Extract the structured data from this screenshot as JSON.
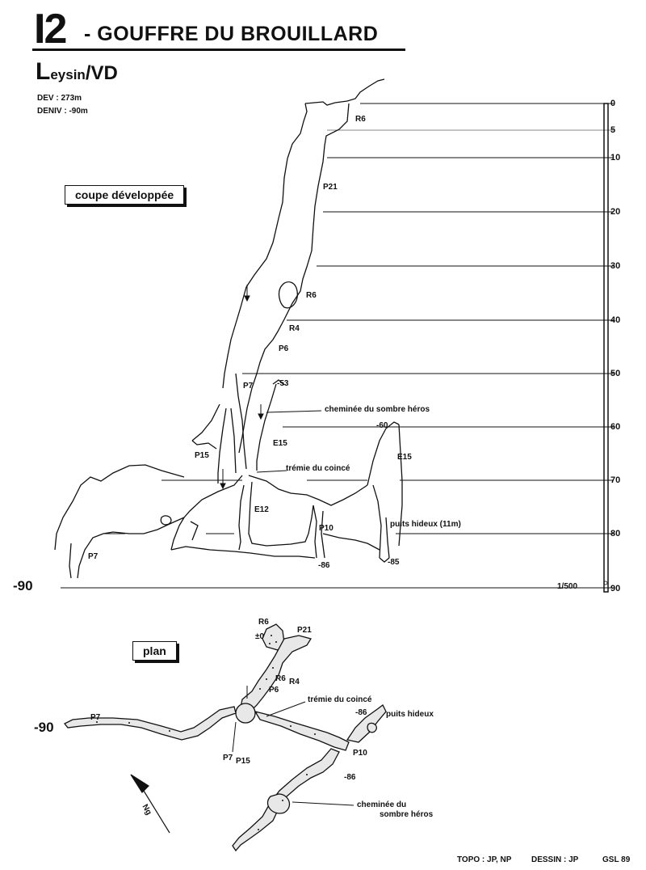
{
  "header": {
    "number": "I2",
    "title": "- GOUFFRE DU BROUILLARD",
    "location_initial": "L",
    "location_rest": "eysin",
    "location_region": "/VD",
    "dev": "DEV : 273m",
    "deniv": "DENIV : -90m"
  },
  "section": {
    "label": "coupe développée",
    "scale_ticks": [
      "0",
      "5",
      "10",
      "20",
      "30",
      "40",
      "50",
      "60",
      "70",
      "80",
      "90"
    ],
    "scale_ratio": "1/500",
    "depth_left": "-90",
    "labels": {
      "r6_top": "R6",
      "p21": "P21",
      "r6_mid": "R6",
      "r4": "R4",
      "p6": "P6",
      "p7_mid": "P7",
      "minus53": "-53",
      "cheminee": "cheminée du sombre héros",
      "minus60": "-60",
      "e15_left": "E15",
      "e15_right": "E15",
      "p15": "P15",
      "tremie": "trémie du coincé",
      "e12": "E12",
      "p10": "P10",
      "puits": "puits hideux (11m)",
      "p7_left": "P7",
      "minus86": "-86",
      "minus85": "-85"
    }
  },
  "plan": {
    "label": "plan",
    "depth_left": "-90",
    "north": "Ng",
    "labels": {
      "r6": "R6",
      "zero": "±0",
      "p21": "P21",
      "r6b": "R6",
      "r4": "R4",
      "p6": "P6",
      "tremie": "trémie du coincé",
      "minus86a": "-86",
      "puits": "puits hideux",
      "p7": "P7",
      "p7b": "P7",
      "p15": "P15",
      "p10": "P10",
      "minus86b": "-86",
      "cheminee1": "cheminée du",
      "cheminee2": "sombre héros"
    }
  },
  "credits": {
    "topo": "TOPO : JP, NP",
    "dessin": "DESSIN : JP",
    "code": "GSL 89"
  }
}
